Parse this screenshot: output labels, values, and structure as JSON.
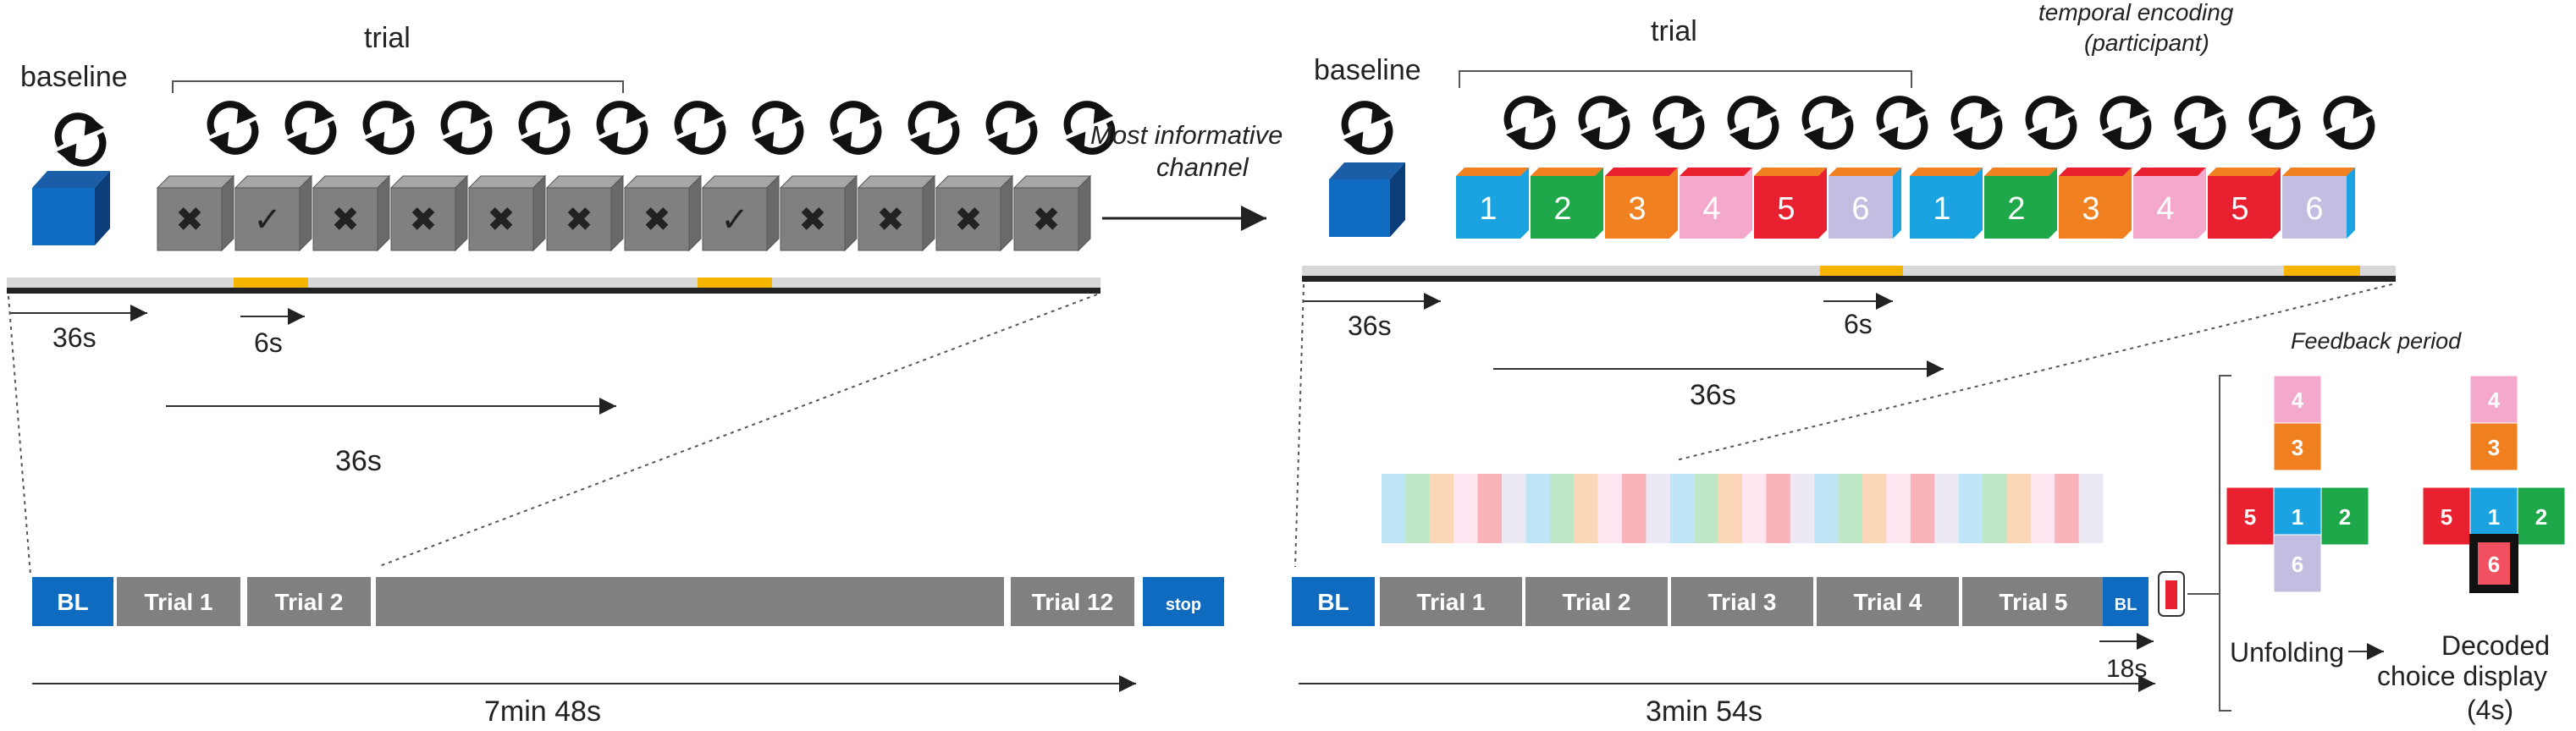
{
  "left": {
    "baseline_label": "baseline",
    "trial_label": "trial",
    "check_glyph": "✓",
    "cross_glyph": "✖",
    "cube_marks": [
      "cross",
      "check",
      "cross",
      "cross",
      "cross",
      "cross",
      "cross",
      "check",
      "cross",
      "cross",
      "cross",
      "cross"
    ],
    "dur_baseline": "36s",
    "dur_stim": "6s",
    "dur_trial": "36s",
    "timeline": [
      "BL",
      "Trial 1",
      "Trial 2",
      "",
      "Trial 12",
      "stop"
    ],
    "total": "7min 48s"
  },
  "arrow_label_1": "Most informative",
  "arrow_label_2": "channel",
  "right": {
    "baseline_label": "baseline",
    "trial_label": "trial",
    "encoding_label_1": "temporal encoding",
    "encoding_label_2": "(participant)",
    "cube_numbers": [
      "1",
      "2",
      "3",
      "4",
      "5",
      "6",
      "1",
      "2",
      "3",
      "4",
      "5",
      "6"
    ],
    "dur_baseline": "36s",
    "dur_stim": "6s",
    "dur_trial": "36s",
    "timeline": [
      "BL",
      "Trial 1",
      "Trial 2",
      "Trial 3",
      "Trial 4",
      "Trial 5",
      "BL"
    ],
    "dur_bl": "18s",
    "total": "3min 54s",
    "feedback_title": "Feedback period",
    "net1": [
      "4",
      "3",
      "5",
      "1",
      "2",
      "6"
    ],
    "net2": [
      "4",
      "3",
      "5",
      "1",
      "2",
      "6"
    ],
    "unfolding": "Unfolding",
    "decoded_1": "Decoded",
    "decoded_2": "choice display",
    "decoded_3": "(4s)"
  },
  "colors": {
    "blue": "#0e6bbf",
    "gray_cube": "#808080",
    "orange_bar": "#f5b400",
    "c1": "#1aa3e0",
    "c2": "#1fa84a",
    "c3": "#f08020",
    "c4": "#f4a8cc",
    "c5": "#e82030",
    "c6": "#c4bde2"
  },
  "icons": [
    "rotate-arrows-icon",
    "check-icon",
    "cross-icon",
    "cube-icon"
  ]
}
